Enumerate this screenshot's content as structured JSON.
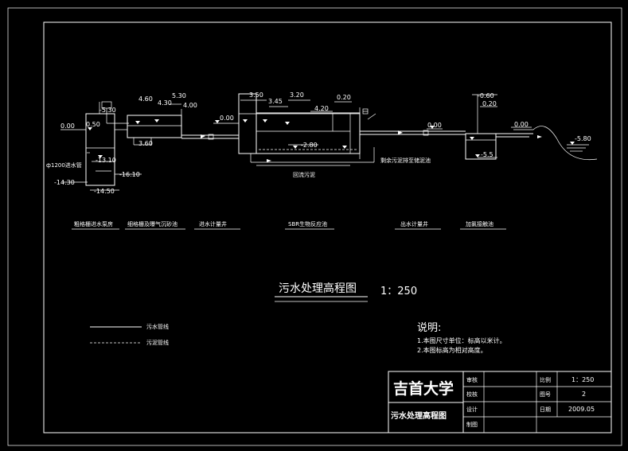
{
  "drawing": {
    "title": "污水处理高程图",
    "scale_label": "1：250",
    "legend": [
      {
        "label": "污水管线"
      },
      {
        "label": "污泥管线"
      }
    ],
    "notes_title": "说明:",
    "notes": [
      "1.本图尺寸单位：标高以米计。",
      "2.本图标高为相对高度。"
    ],
    "unit_labels": [
      "粗格栅进水泵房",
      "细格栅及曝气沉砂池",
      "进水计量井",
      "SBR生物反应池",
      "出水计量井",
      "加氯接触池"
    ],
    "pipe_labels": {
      "inlet_pipe": "ф1200进水管",
      "return_sludge": "回流污泥",
      "excess_sludge": "剩余污泥排至储泥池"
    },
    "elevations": {
      "e1_000": "0.00",
      "e1_050": "0.50",
      "e1_530": "-5.30",
      "e1_1310": "-13.10",
      "e1_1610": "-16.10",
      "e1_1430": "-14.30",
      "e1_1450": "-14.50",
      "e2_460": "4.60",
      "e2_430": "4.30",
      "e2_530": "5.30",
      "e2_400": "4.00",
      "e2_360": "3.60",
      "e3_000": "0.00",
      "e4_350": "3.50",
      "e4_345": "3.45",
      "e4_320": "3.20",
      "e4_420": "4.20",
      "e4_020": "0.20",
      "e4_280": "-2.80",
      "e5_000": "0.00",
      "e6_060": "-0.60",
      "e6_020": "0.20",
      "e6_550": "-5.5",
      "e7_000": "0.00",
      "e7_580": "-5.80"
    }
  },
  "title_block": {
    "school": "吉首大学",
    "drawing_name": "污水处理高程图",
    "fields": {
      "review_label": "审核",
      "check_label": "校核",
      "design_label": "设计",
      "draw_label": "制图",
      "scale_label": "比例",
      "scale_value": "1：250",
      "number_label": "图号",
      "number_value": "2",
      "date_label": "日期",
      "date_value": "2009.05"
    }
  }
}
